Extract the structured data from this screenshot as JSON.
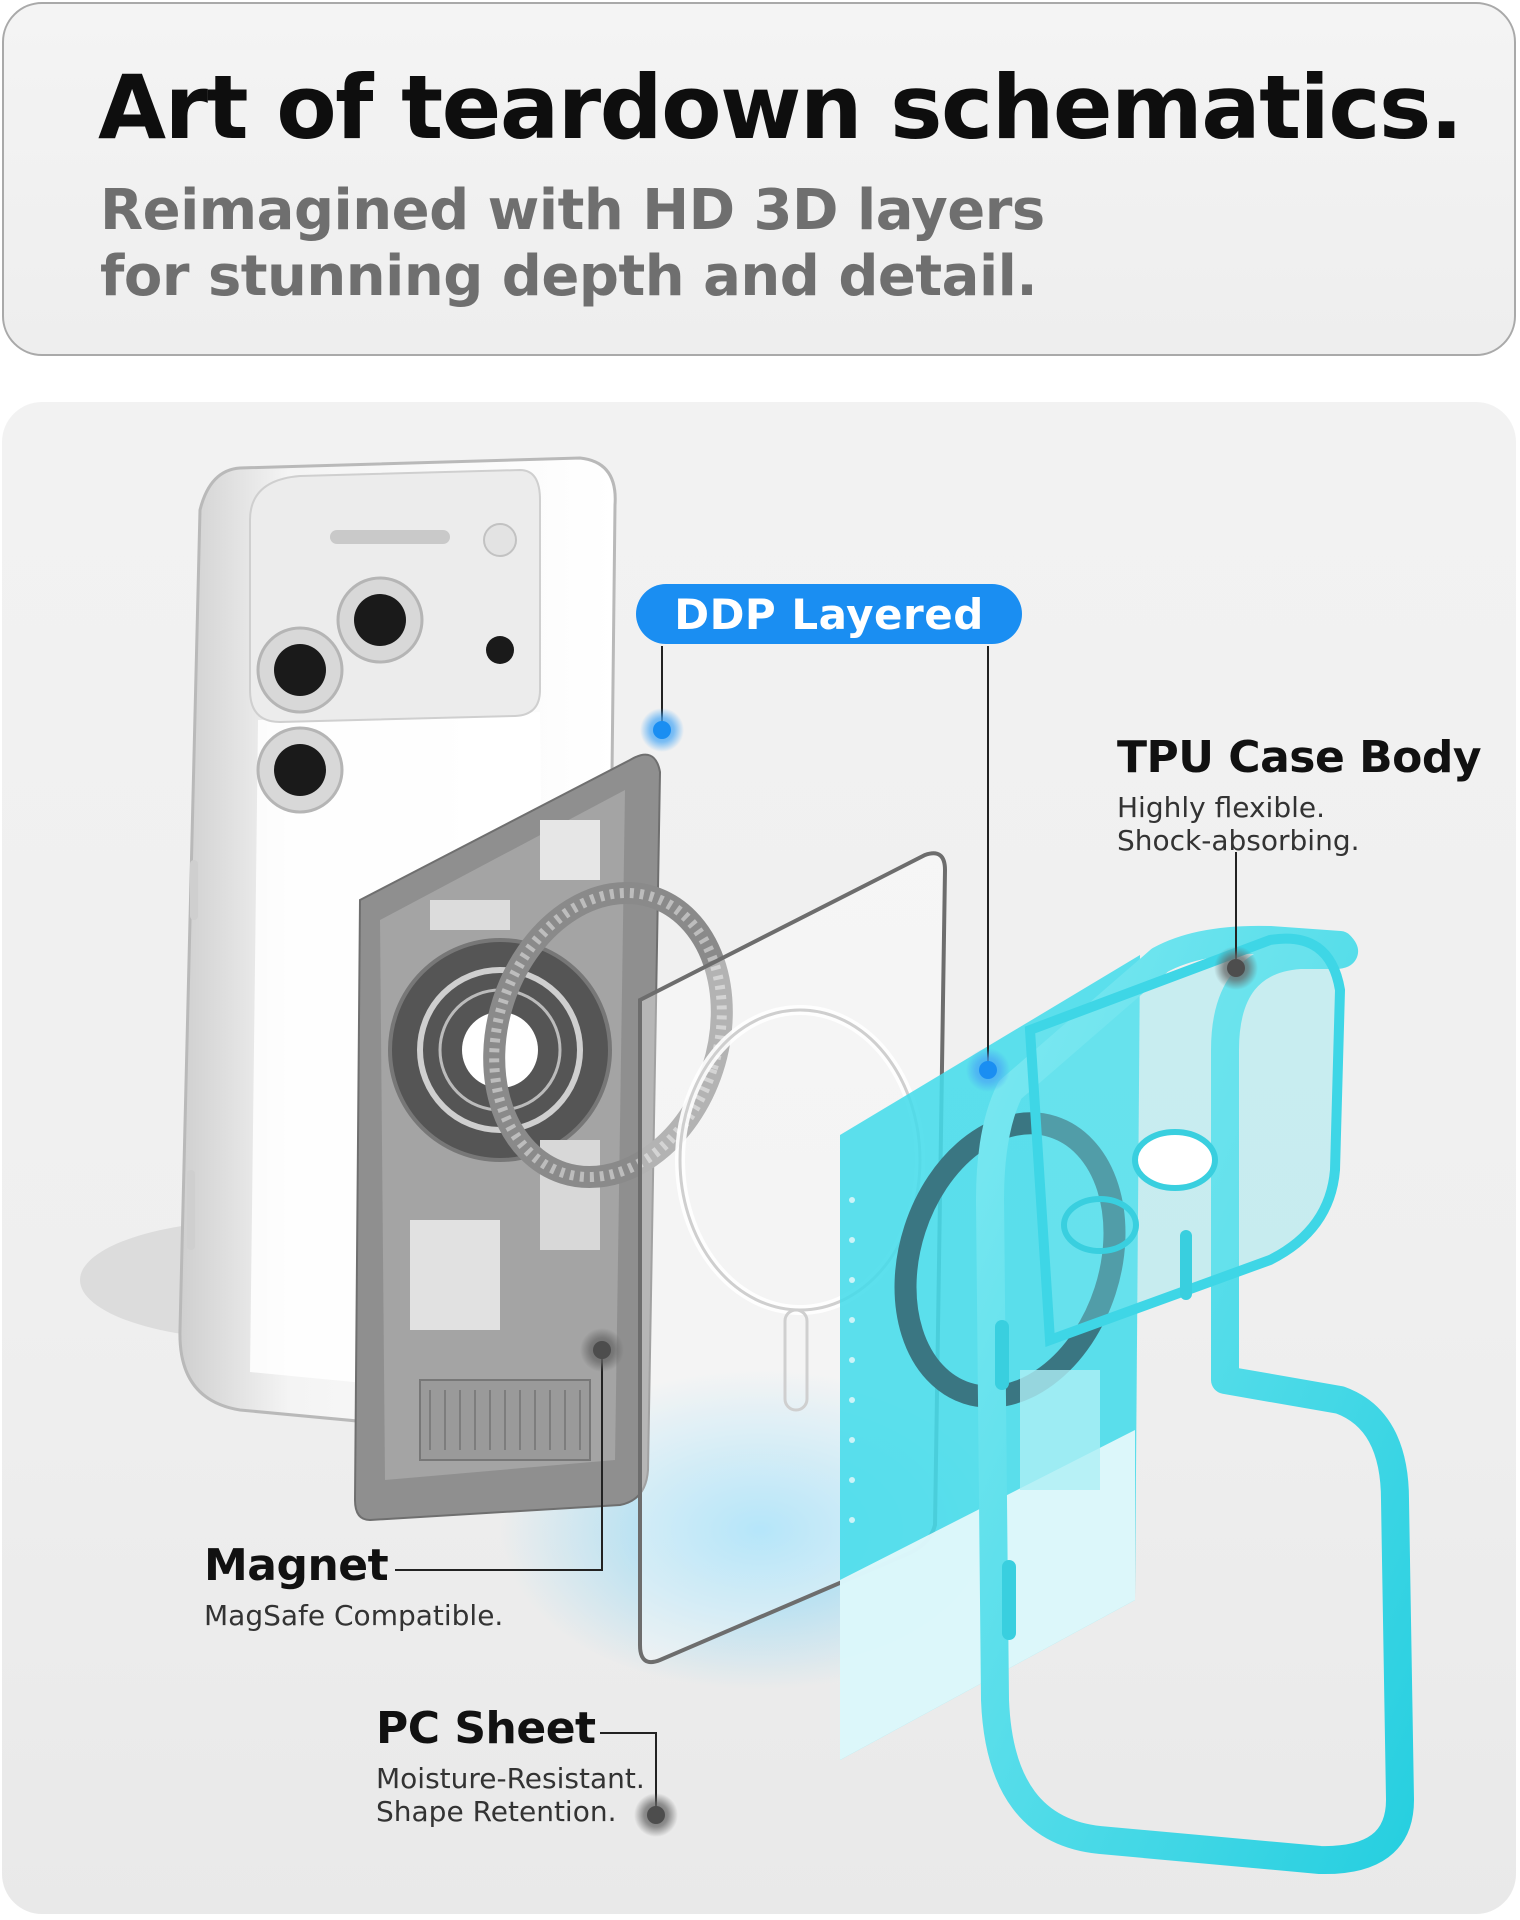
{
  "header": {
    "title": "Art of teardown schematics.",
    "subtitle_line1": "Reimagined with HD 3D layers",
    "subtitle_line2": "for stunning depth and detail."
  },
  "badge": {
    "label": "DDP Layered"
  },
  "callouts": {
    "tpu": {
      "title": "TPU Case Body",
      "desc_line1": "Highly flexible.",
      "desc_line2": "Shock-absorbing."
    },
    "magnet": {
      "title": "Magnet",
      "desc_line1": "MagSafe Compatible."
    },
    "pc": {
      "title": "PC Sheet",
      "desc_line1": "Moisture-Resistant.",
      "desc_line2": "Shape Retention."
    }
  },
  "colors": {
    "accent_blue": "#1a8ef2",
    "case_teal": "#2fd4e3",
    "phone_white": "#f5f5f5",
    "inner_grey": "#8d8d8d"
  },
  "icons": [
    "callout-dot-icon",
    "phone-camera-icon",
    "magsafe-ring-icon"
  ]
}
